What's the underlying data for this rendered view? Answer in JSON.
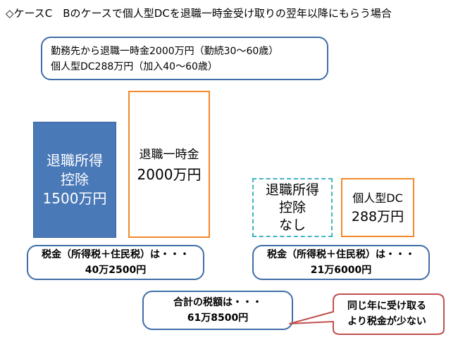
{
  "title": "◇ケースC　Bのケースで個人型DCを退職一時金受け取りの翌年以降にもらう場合",
  "info": {
    "line1": "勤務先から退職一時金2000万円（勤続30～60歳）",
    "line2": "個人型DC288万円（加入40～60歳）"
  },
  "deduction_left": {
    "line1": "退職所得",
    "line2": "控除",
    "line3": "1500万円"
  },
  "lump_sum": {
    "label": "退職一時金",
    "amount": "2000万円"
  },
  "deduction_right": {
    "line1": "退職所得",
    "line2": "控除",
    "line3": "なし"
  },
  "dc": {
    "label": "個人型DC",
    "amount": "288万円"
  },
  "tax_left": {
    "label": "税金（所得税＋住民税）は・・・",
    "amount": "40万2500円"
  },
  "tax_right": {
    "label": "税金（所得税＋住民税）は・・・",
    "amount": "21万6000円"
  },
  "total": {
    "label": "合計の税額は・・・",
    "amount": "61万8500円"
  },
  "callout": {
    "line1": "同じ年に受け取る",
    "line2": "より税金が少ない"
  },
  "colors": {
    "blue_fill": "#4a79b8",
    "blue_border": "#3f6da8",
    "orange_border": "#f2892a",
    "teal_dashed": "#42b3c3",
    "callout_border": "#c0504d"
  }
}
